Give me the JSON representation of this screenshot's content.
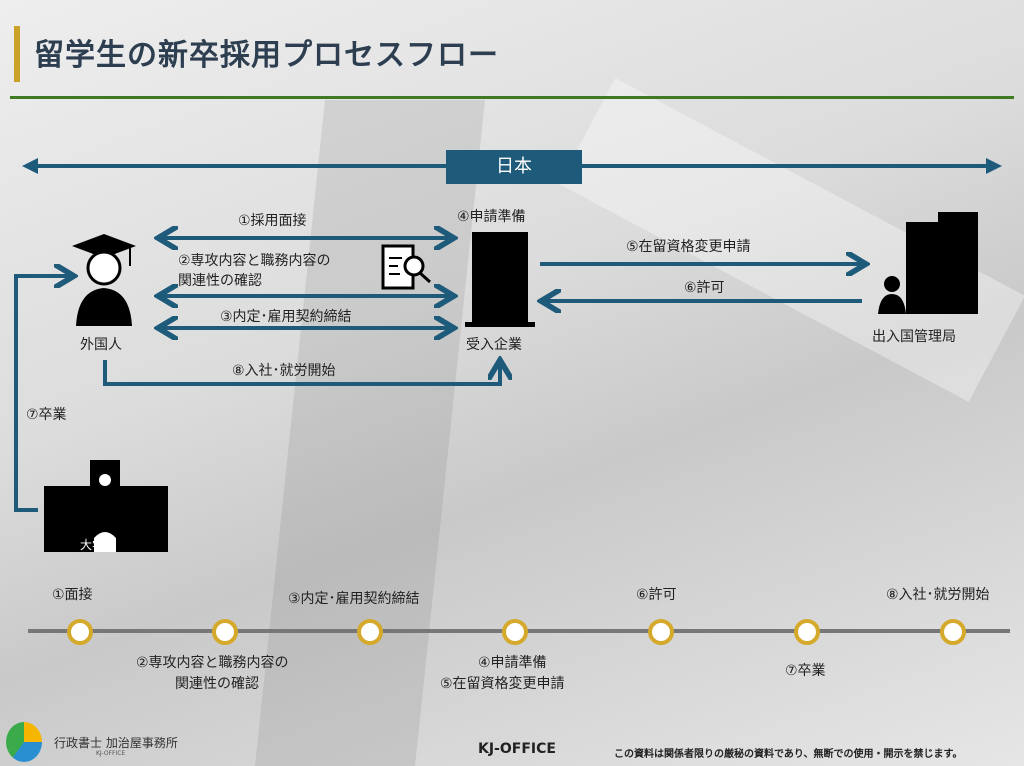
{
  "title": "留学生の新卒採用プロセスフロー",
  "region_label": "日本",
  "actors": {
    "foreigner": "外国人",
    "company": "受入企業",
    "immigration": "出入国管理局",
    "university": "大学"
  },
  "flow": {
    "step1": "①採用面接",
    "step2a": "②専攻内容と職務内容の",
    "step2b": "関連性の確認",
    "step3": "③内定･雇用契約締結",
    "step4": "④申請準備",
    "step5": "⑤在留資格変更申請",
    "step6": "⑥許可",
    "step7": "⑦卒業",
    "step8": "⑧入社･就労開始"
  },
  "timeline": {
    "top": [
      "①面接",
      "③内定･雇用契約締結",
      "⑥許可",
      "⑧入社･就労開始"
    ],
    "bottom": [
      "②専攻内容と職務内容の",
      "関連性の確認",
      "④申請準備",
      "⑤在留資格変更申請",
      "⑦卒業"
    ]
  },
  "footer": {
    "company": "行政書士 加治屋事務所",
    "company_sub": "KJ-OFFICE",
    "center": "KJ-OFFICE",
    "notice": "この資料は関係者限りの厳秘の資料であり、無断での使用・開示を禁じます。"
  },
  "colors": {
    "arrow": "#1e5a7a",
    "accent": "#c9a227",
    "rule": "#3f7a23"
  }
}
